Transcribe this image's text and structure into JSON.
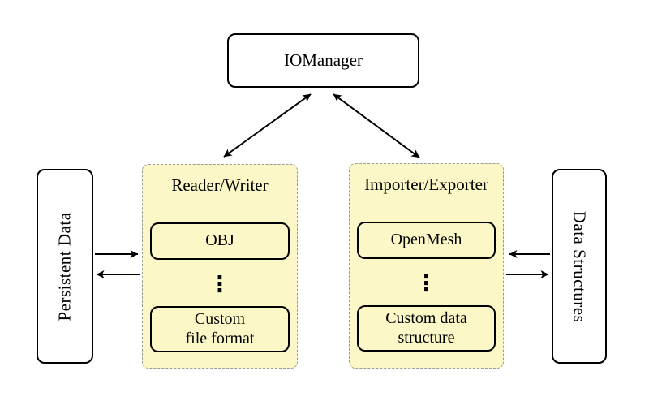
{
  "diagram": {
    "iomanager": "IOManager",
    "persistent_data": "Persistent Data",
    "data_structures": "Data Structures",
    "reader_writer": {
      "title": "Reader/Writer",
      "top_item": "OBJ",
      "ellipsis": "⋮",
      "bottom_item": "Custom\nfile format"
    },
    "importer_exporter": {
      "title": "Importer/Exporter",
      "top_item": "OpenMesh",
      "ellipsis": "⋮",
      "bottom_item": "Custom data\nstructure"
    },
    "connections": [
      {
        "from": "IOManager",
        "to": "Reader/Writer",
        "type": "bidirectional"
      },
      {
        "from": "IOManager",
        "to": "Importer/Exporter",
        "type": "bidirectional"
      },
      {
        "from": "Persistent Data",
        "to": "Reader/Writer",
        "type": "single"
      },
      {
        "from": "Reader/Writer",
        "to": "Persistent Data",
        "type": "single"
      },
      {
        "from": "Data Structures",
        "to": "Importer/Exporter",
        "type": "single"
      },
      {
        "from": "Importer/Exporter",
        "to": "Data Structures",
        "type": "single"
      }
    ],
    "icons": {
      "reader_writer_more": "vertical-ellipsis",
      "importer_exporter_more": "vertical-ellipsis"
    }
  },
  "colors": {
    "background": "#ffffff",
    "panel_fill": "#fbf7c6",
    "panel_border": "#9b9b9b",
    "node_fill": "#ffffff",
    "node_border": "#000000",
    "arrow": "#000000",
    "text": "#000000"
  }
}
